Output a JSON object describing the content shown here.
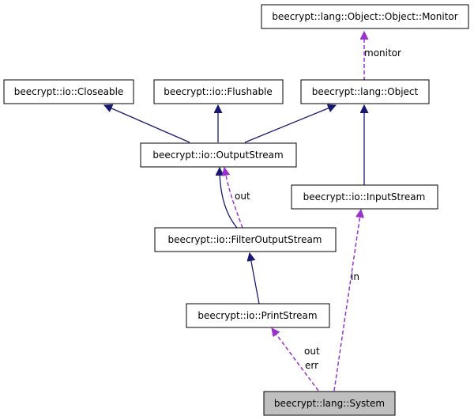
{
  "colors": {
    "inheritance": "#191970",
    "usage": "#9a32cd",
    "node_border": "#000000",
    "node_fill": "#ffffff",
    "highlight_fill": "#bfbfbf"
  },
  "nodes": {
    "monitor": "beecrypt::lang::Object::Object::Monitor",
    "closeable": "beecrypt::io::Closeable",
    "flushable": "beecrypt::io::Flushable",
    "object": "beecrypt::lang::Object",
    "outputstream": "beecrypt::io::OutputStream",
    "inputstream": "beecrypt::io::InputStream",
    "filteroutputstream": "beecrypt::io::FilterOutputStream",
    "printstream": "beecrypt::io::PrintStream",
    "system": "beecrypt::lang::System"
  },
  "edge_labels": {
    "monitor": "monitor",
    "out_filter": "out",
    "in": "in",
    "out_system": "out",
    "err": "err"
  }
}
